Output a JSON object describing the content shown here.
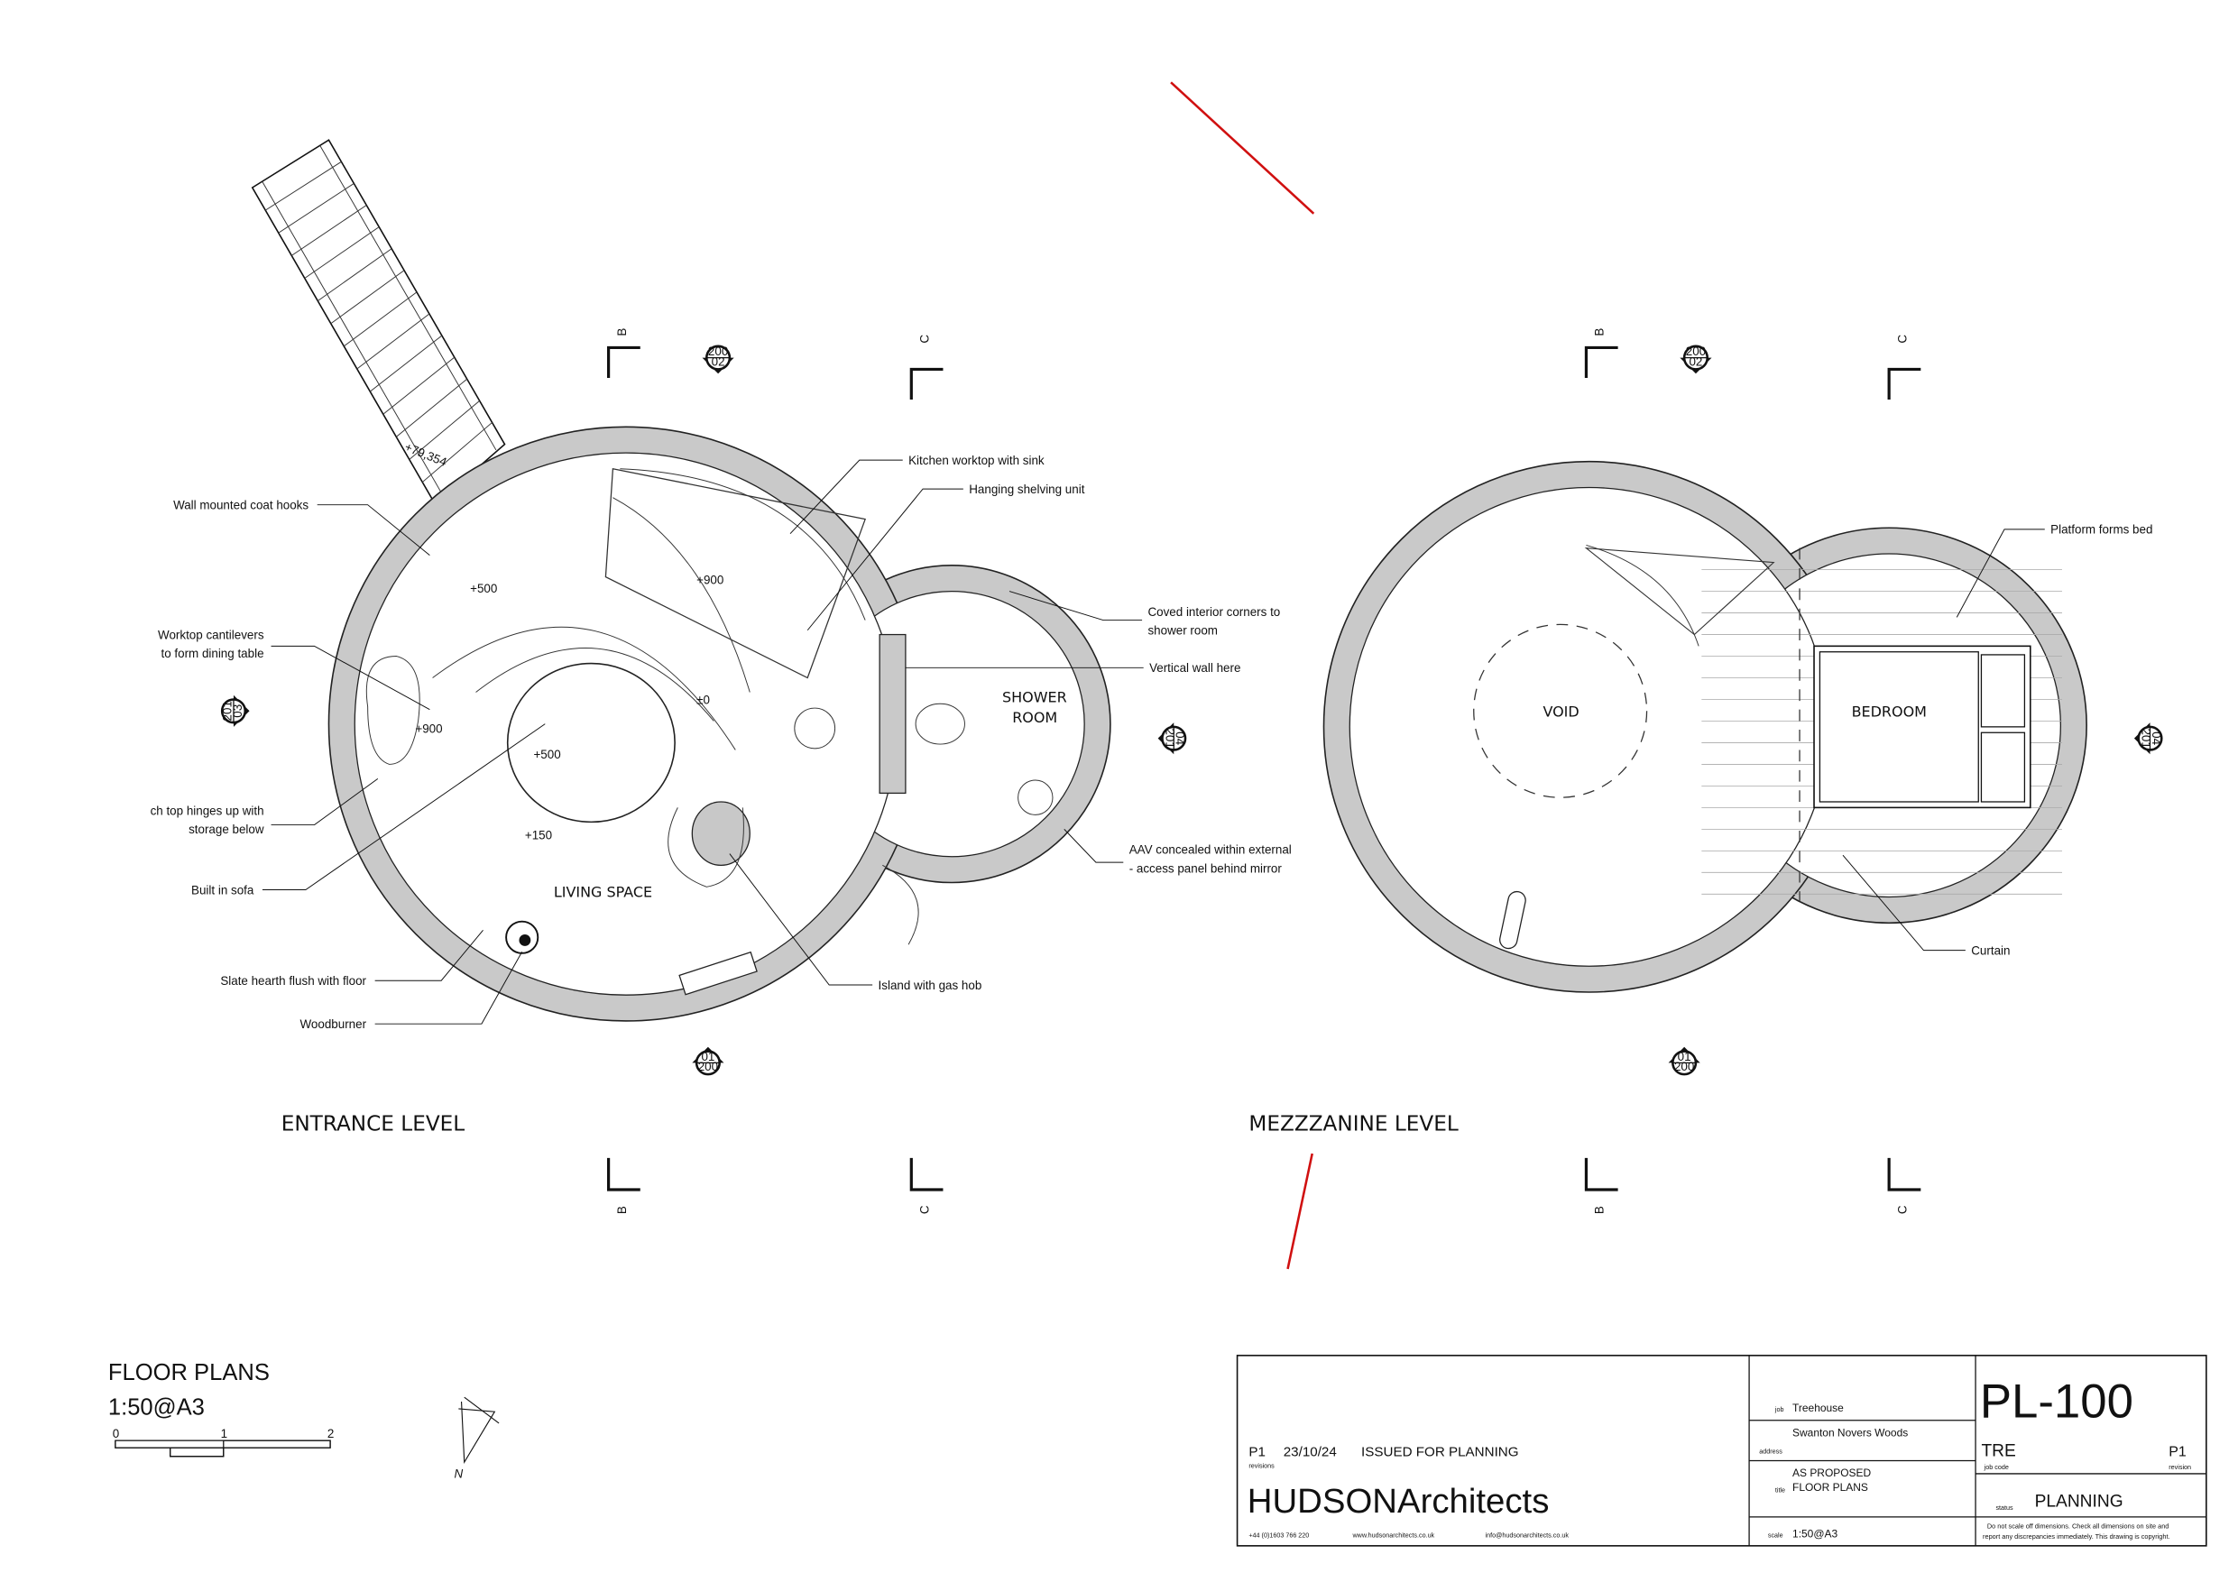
{
  "drawing": {
    "entrance_level": {
      "title": "ENTRANCE LEVEL",
      "rooms": {
        "living": "LIVING SPACE",
        "shower_line1": "SHOWER",
        "shower_line2": "ROOM"
      },
      "levels": [
        "+500",
        "+900",
        "+900",
        "±0",
        "+500",
        "+150"
      ],
      "stair_level": "+79,354",
      "annotations": {
        "coat_hooks": "Wall mounted coat hooks",
        "worktop_1": "Worktop cantilevers",
        "worktop_2": "to form dining table",
        "bench_1": "ch top hinges up with",
        "bench_2": "storage below",
        "sofa": "Built in sofa",
        "hearth": "Slate hearth flush with floor",
        "woodburner": "Woodburner",
        "kitchen": "Kitchen worktop with sink",
        "shelving": "Hanging shelving unit",
        "coved_1": "Coved interior corners to",
        "coved_2": "shower room",
        "vertical_wall": "Vertical wall here",
        "aav_1": "AAV concealed within external",
        "aav_2": "- access panel behind mirror",
        "island": "Island with gas hob"
      }
    },
    "mezzanine_level": {
      "title": "MEZZZANINE LEVEL",
      "rooms": {
        "void": "VOID",
        "bedroom": "BEDROOM"
      },
      "annotations": {
        "platform": "Platform forms bed",
        "curtain": "Curtain"
      }
    },
    "section_marks": {
      "b": "B",
      "c": "C"
    },
    "elevation_markers": {
      "top": [
        "200",
        "02"
      ],
      "left": [
        "201",
        "03"
      ],
      "right": [
        "04",
        "201"
      ],
      "bottom": [
        "01",
        "200"
      ]
    },
    "sheet_title": "FLOOR PLANS",
    "sheet_scale": "1:50@A3",
    "scale_bar": [
      "0",
      "1",
      "2"
    ],
    "north": "N",
    "markup_color": "#d01010"
  },
  "title_block": {
    "revision_row": {
      "rev": "P1",
      "date": "23/10/24",
      "description": "ISSUED FOR PLANNING"
    },
    "revisions_label": "revisions",
    "company": "HUDSONArchitects",
    "phone": "+44 (0)1603 766 220",
    "web": "www.hudsonarchitects.co.uk",
    "email": "info@hudsonarchitects.co.uk",
    "job_label": "job",
    "job": "Treehouse",
    "address_label": "address",
    "address": "Swanton Novers Woods",
    "title_label": "title",
    "title_line1": "AS PROPOSED",
    "title_line2": "FLOOR PLANS",
    "scale_label": "scale",
    "scale": "1:50@A3",
    "drawing_number": "PL-100",
    "job_code": "TRE",
    "job_code_label": "job code",
    "revision": "P1",
    "revision_label": "revision",
    "status_label": "status",
    "status": "PLANNING",
    "disclaimer_1": "Do not scale off dimensions. Check all dimensions on site and",
    "disclaimer_2": "report any discrepancies immediately. This drawing is copyright."
  }
}
